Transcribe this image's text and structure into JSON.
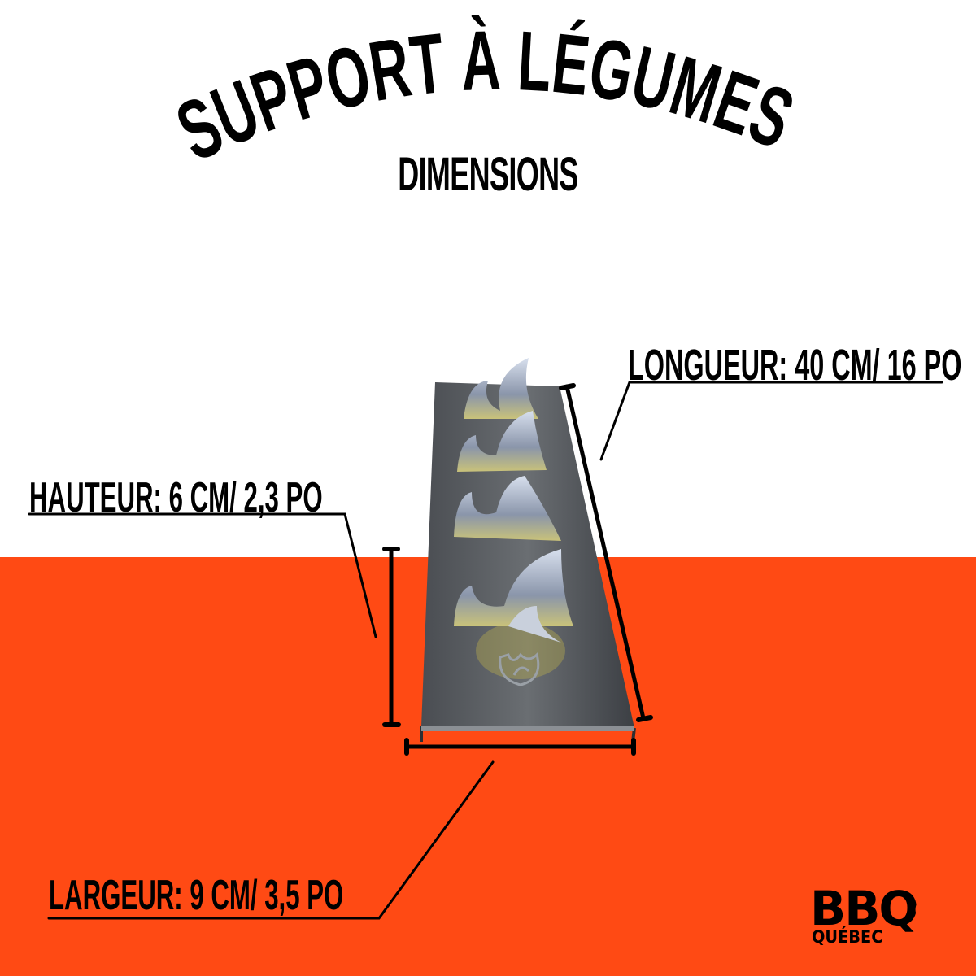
{
  "title": "SUPPORT À LÉGUMES",
  "subtitle": "DIMENSIONS",
  "dimensions": {
    "length": "LONGUEUR: 40 CM/ 16 PO",
    "height": "HAUTEUR: 6 CM/ 2,3 PO",
    "width": "LARGEUR: 9 CM/ 3,5 PO"
  },
  "product_image": "stainless-steel-vegetable-rack",
  "brand": {
    "name": "BBQ",
    "sub": "QUÉBEC",
    "icon": "flame-icon"
  },
  "colors": {
    "background_top": "#ffffff",
    "background_bottom": "#ff4a14",
    "text": "#000000"
  }
}
